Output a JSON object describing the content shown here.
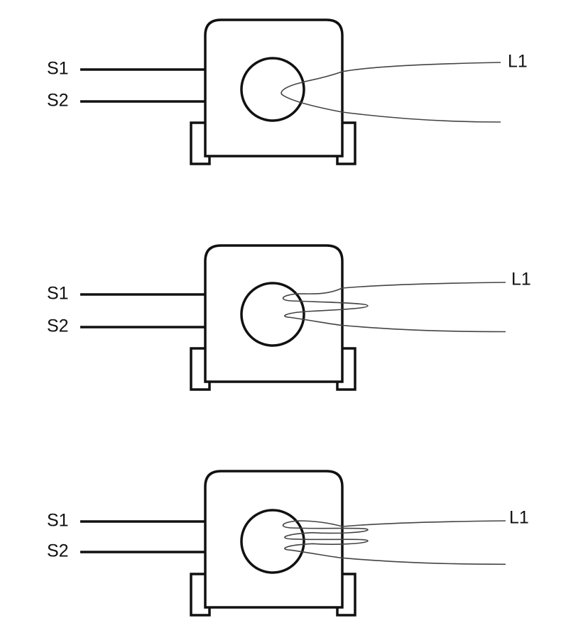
{
  "diagrams": [
    {
      "turns": 1,
      "labels": {
        "s1": "S1",
        "s2": "S2",
        "l1": "L1"
      }
    },
    {
      "turns": 2,
      "labels": {
        "s1": "S1",
        "s2": "S2",
        "l1": "L1"
      }
    },
    {
      "turns": 3,
      "labels": {
        "s1": "S1",
        "s2": "S2",
        "l1": "L1"
      }
    }
  ],
  "colors": {
    "stroke": "#111111",
    "wire": "#444444"
  }
}
